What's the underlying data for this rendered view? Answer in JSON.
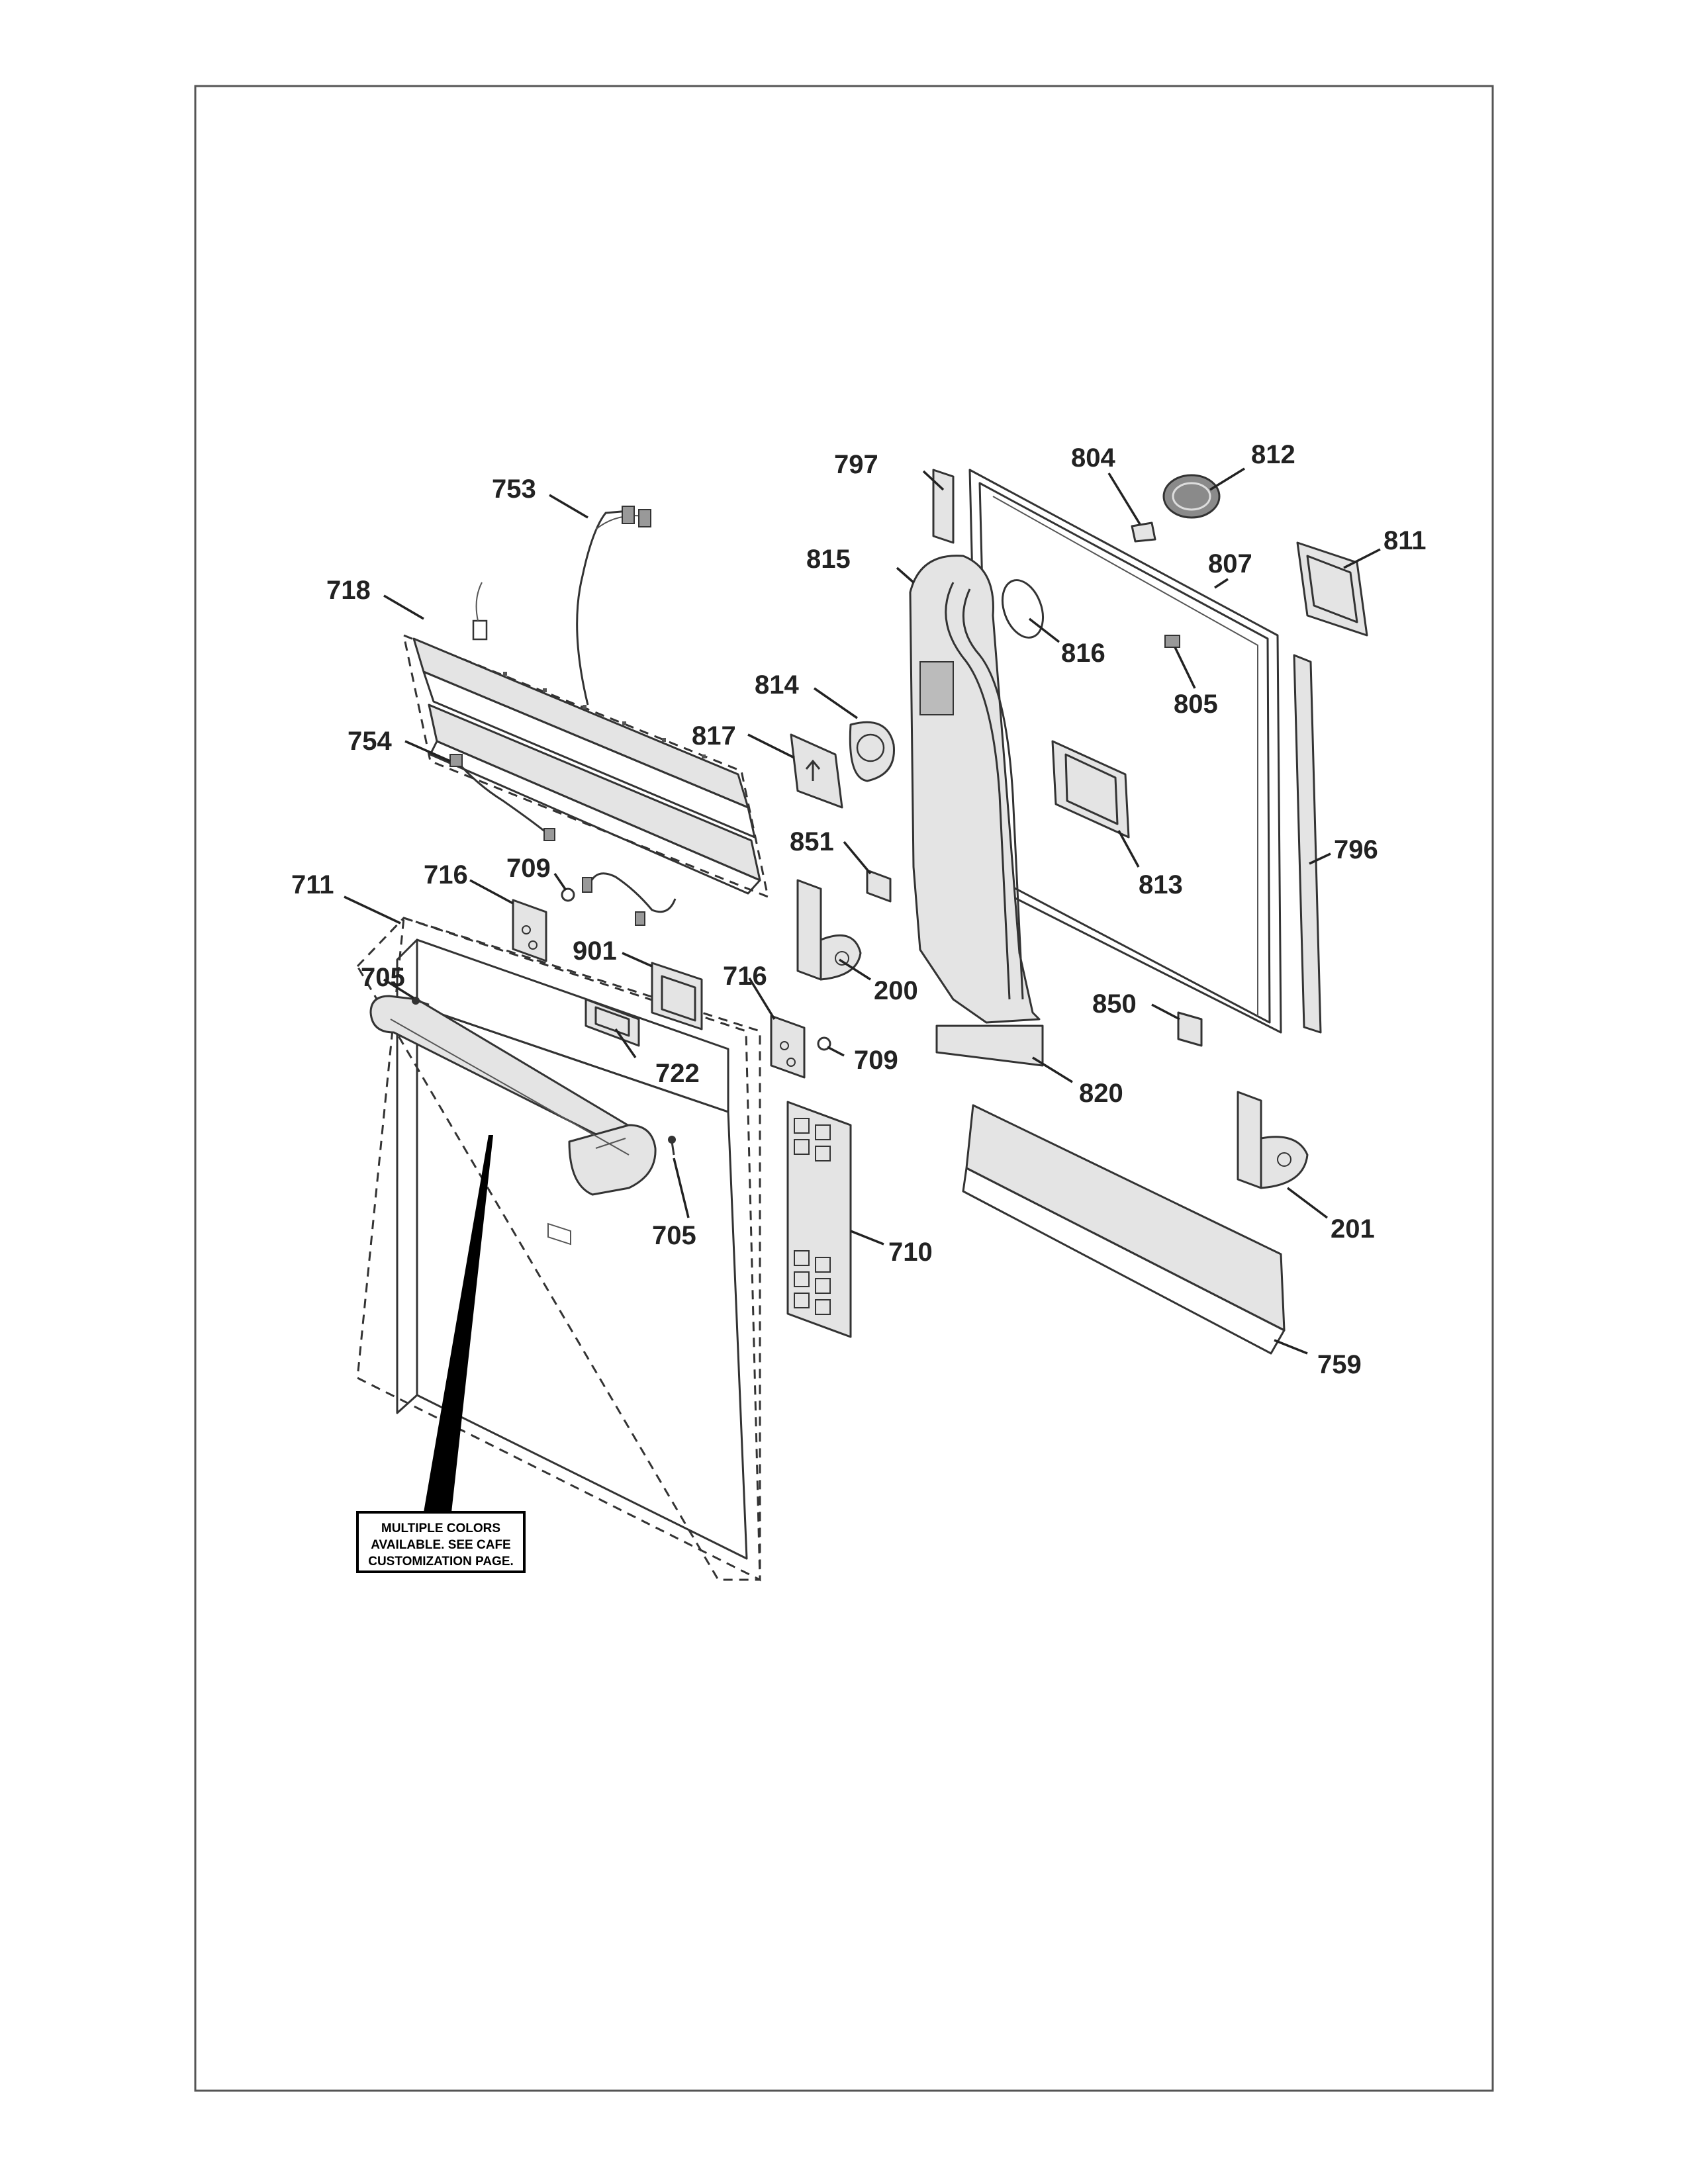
{
  "diagram": {
    "title": "Dishwasher door assembly exploded view",
    "note_lines": [
      "MULTIPLE COLORS",
      "AVAILABLE. SEE CAFE",
      "CUSTOMIZATION PAGE."
    ],
    "callouts": [
      {
        "id": "c797",
        "label": "797"
      },
      {
        "id": "c804",
        "label": "804"
      },
      {
        "id": "c812",
        "label": "812"
      },
      {
        "id": "c753",
        "label": "753"
      },
      {
        "id": "c811",
        "label": "811"
      },
      {
        "id": "c815",
        "label": "815"
      },
      {
        "id": "c807",
        "label": "807"
      },
      {
        "id": "c718",
        "label": "718"
      },
      {
        "id": "c816",
        "label": "816"
      },
      {
        "id": "c814",
        "label": "814"
      },
      {
        "id": "c805",
        "label": "805"
      },
      {
        "id": "c817",
        "label": "817"
      },
      {
        "id": "c754",
        "label": "754"
      },
      {
        "id": "c851",
        "label": "851"
      },
      {
        "id": "c796",
        "label": "796"
      },
      {
        "id": "c813",
        "label": "813"
      },
      {
        "id": "c711",
        "label": "711"
      },
      {
        "id": "c716a",
        "label": "716"
      },
      {
        "id": "c709a",
        "label": "709"
      },
      {
        "id": "c901",
        "label": "901"
      },
      {
        "id": "c705a",
        "label": "705"
      },
      {
        "id": "c716b",
        "label": "716"
      },
      {
        "id": "c200",
        "label": "200"
      },
      {
        "id": "c850",
        "label": "850"
      },
      {
        "id": "c722",
        "label": "722"
      },
      {
        "id": "c709b",
        "label": "709"
      },
      {
        "id": "c820",
        "label": "820"
      },
      {
        "id": "c705b",
        "label": "705"
      },
      {
        "id": "c201",
        "label": "201"
      },
      {
        "id": "c710",
        "label": "710"
      },
      {
        "id": "c759",
        "label": "759"
      }
    ]
  }
}
